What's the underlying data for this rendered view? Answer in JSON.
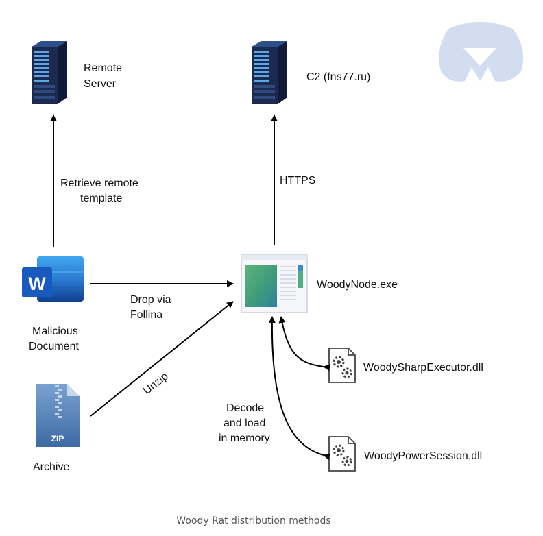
{
  "nodes": {
    "remote_server": {
      "line1": "Remote",
      "line2": "Server"
    },
    "c2": {
      "label": "C2 (fns77.ru)"
    },
    "malicious_document": {
      "line1": "Malicious",
      "line2": "Document",
      "app_letter": "W"
    },
    "archive": {
      "label": "Archive",
      "badge": "ZIP"
    },
    "woodynode": {
      "label": "WoodyNode.exe"
    },
    "sharp_executor": {
      "label": "WoodySharpExecutor.dll"
    },
    "power_session": {
      "label": "WoodyPowerSession.dll"
    }
  },
  "edges": {
    "retrieve": {
      "line1": "Retrieve remote",
      "line2": "template"
    },
    "https": {
      "label": "HTTPS"
    },
    "drop": {
      "line1": "Drop via",
      "line2": "Follina"
    },
    "unzip": {
      "label": "Unzip"
    },
    "decode": {
      "line1": "Decode",
      "line2": "and load",
      "line3": "in memory"
    }
  },
  "caption": "Woody Rat distribution methods",
  "colors": {
    "arrow": "#000000",
    "server_dark": "#1b2a4e",
    "server_light": "#5aa9e6",
    "word_blue": "#185abd",
    "zip_blue": "#4d79b0",
    "logo": "#cfdcf0"
  },
  "icons": [
    "server-icon",
    "word-document-icon",
    "zip-archive-icon",
    "application-window-icon",
    "dll-gear-icon",
    "malwarebytes-logo-icon"
  ]
}
